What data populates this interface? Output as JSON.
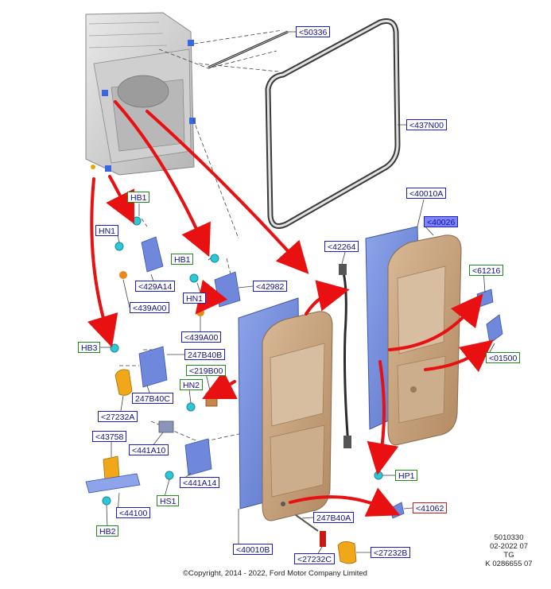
{
  "callouts": {
    "l_50336": "<50336",
    "l_437N00": "<437N00",
    "l_40010A": "<40010A",
    "l_40026": "<40026",
    "l_42264": "<42264",
    "l_61216": "<61216",
    "l_01500": "<01500",
    "l_HB1a": "HB1",
    "l_HN1a": "HN1",
    "l_429A14": "<429A14",
    "l_439A00a": "<439A00",
    "l_HB1b": "HB1",
    "l_42982": "<42982",
    "l_HN1b": "HN1",
    "l_439A00b": "<439A00",
    "l_HB3": "HB3",
    "l_247B40B": "247B40B",
    "l_219B00": "<219B00",
    "l_HN2": "HN2",
    "l_247B40C": "247B40C",
    "l_27232A": "<27232A",
    "l_43758": "<43758",
    "l_441A10": "<441A10",
    "l_441A14": "<441A14",
    "l_HS1": "HS1",
    "l_44100": "<44100",
    "l_HB2": "HB2",
    "l_HP1": "HP1",
    "l_41062": "<41062",
    "l_247B40A": "247B40A",
    "l_40010B": "<40010B",
    "l_27232C": "<27232C",
    "l_27232B": "<27232B"
  },
  "meta": {
    "code": "5010330",
    "date": "02-2022 07",
    "tg": "TG",
    "ref": "K 0286655 07"
  },
  "copyright": "©Copyright, 2014 - 2022, Ford Motor Company Limited",
  "colors": {
    "label_border": "#1c1cc8",
    "highlight_fill": "#7d86ff",
    "green_border": "#1f8a1f",
    "red_border": "#d01818",
    "arrow_red": "#e81010",
    "door_tan": "#c9a47e",
    "door_blue": "#6c86d8"
  }
}
